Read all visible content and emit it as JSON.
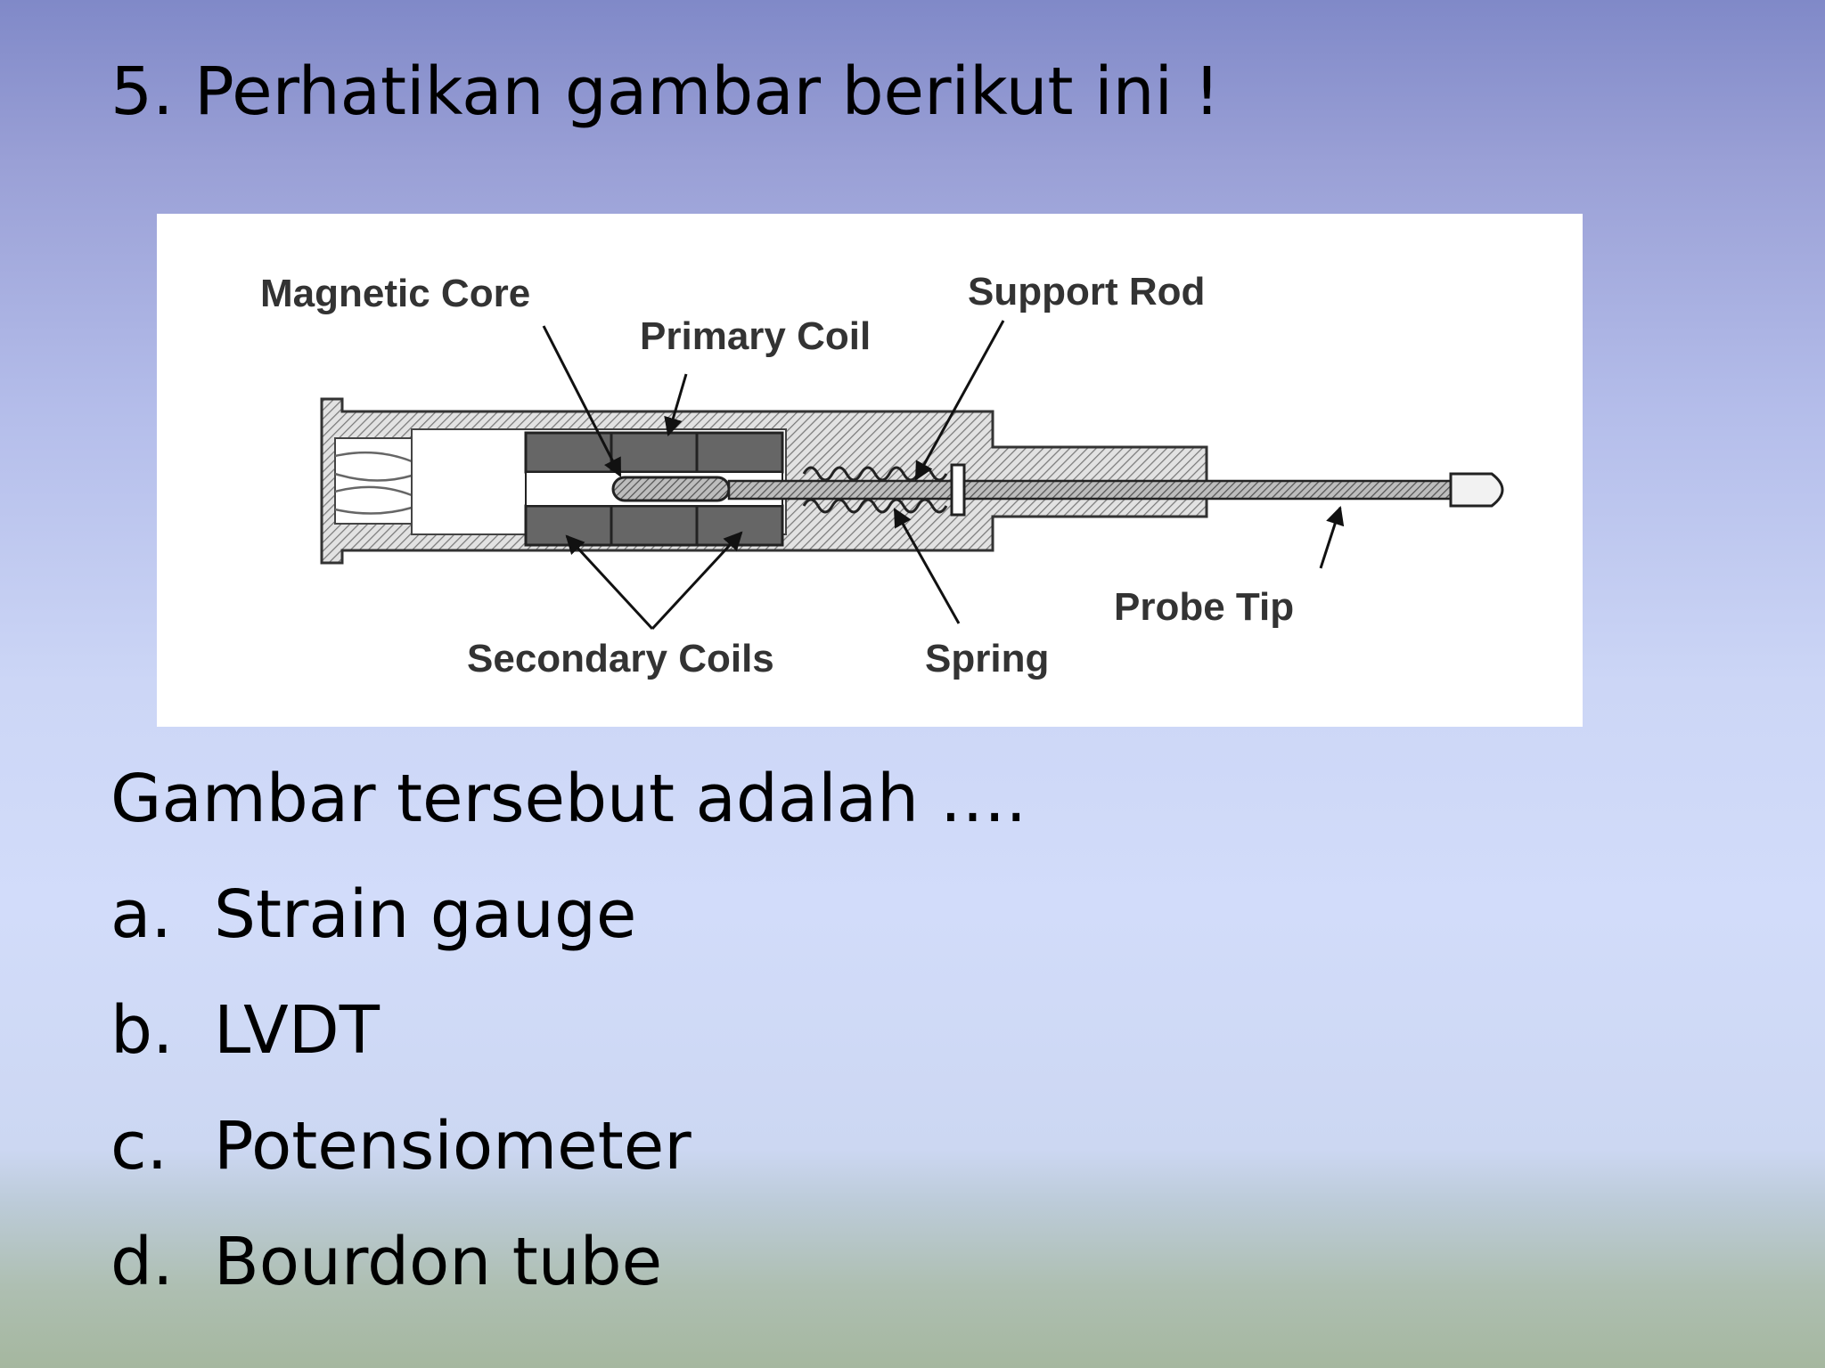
{
  "slide": {
    "title": "5. Perhatikan gambar berikut ini !",
    "question": "Gambar tersebut adalah ….",
    "options": [
      {
        "letter": "a.",
        "text": "Strain gauge"
      },
      {
        "letter": "b.",
        "text": "LVDT"
      },
      {
        "letter": "c.",
        "text": "Potensiometer"
      },
      {
        "letter": "d.",
        "text": "Bourdon tube"
      }
    ]
  },
  "figure": {
    "labels": {
      "magnetic_core": "Magnetic Core",
      "primary_coil": "Primary Coil",
      "support_rod": "Support Rod",
      "probe_tip": "Probe Tip",
      "secondary_coils": "Secondary Coils",
      "spring": "Spring"
    }
  },
  "colors": {
    "background_top": "#8089c8",
    "background_mid": "#d2dcfa",
    "background_bottom": "#a5b79f",
    "text": "#000000",
    "coil_fill": "#666666"
  }
}
